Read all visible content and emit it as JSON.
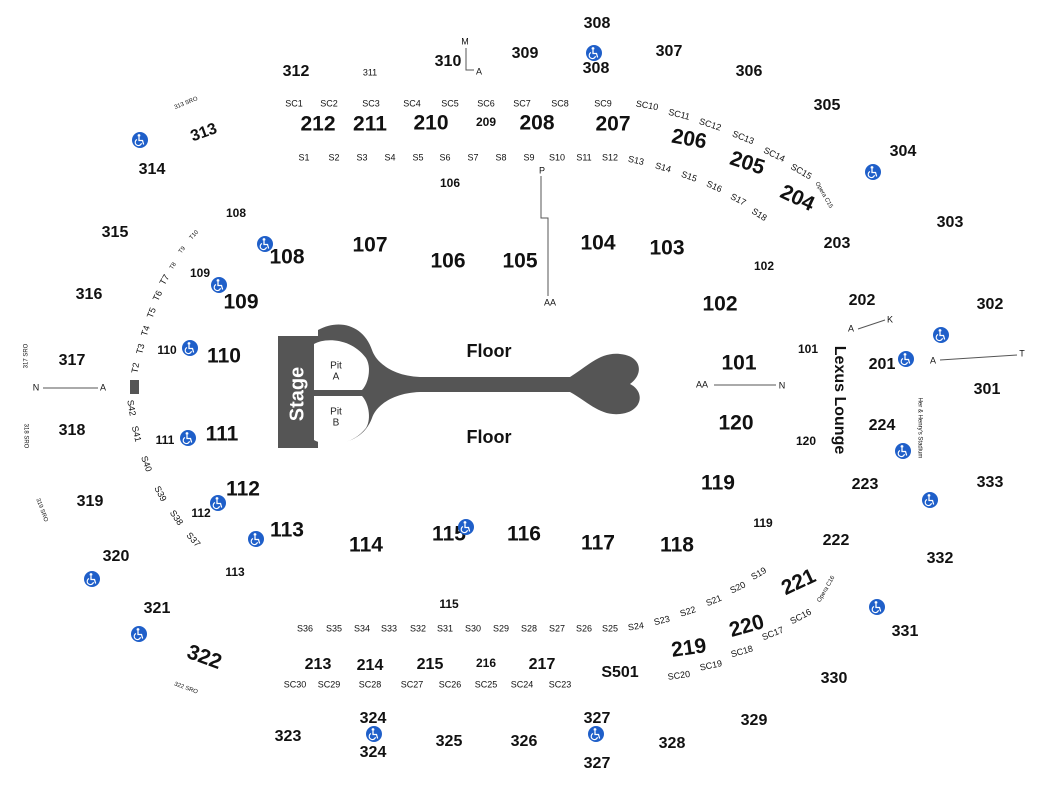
{
  "stage": {
    "label": "Stage",
    "color": "#555555"
  },
  "pits": [
    {
      "line1": "Pit",
      "line2": "A"
    },
    {
      "line1": "Pit",
      "line2": "B"
    }
  ],
  "floor_labels": [
    "Floor",
    "Floor"
  ],
  "lounge": {
    "label": "Lexus Lounge"
  },
  "accessible_icon": {
    "name": "wheelchair-icon",
    "color": "#1f5fc9"
  },
  "sections": [
    "308",
    "309",
    "307",
    "306",
    "305",
    "304",
    "303",
    "302",
    "301",
    "333",
    "332",
    "331",
    "330",
    "329",
    "328",
    "327",
    "327",
    "326",
    "325",
    "324",
    "324",
    "323",
    "322",
    "321",
    "320",
    "319",
    "318",
    "317",
    "316",
    "315",
    "314",
    "313",
    "312",
    "311",
    "310",
    "308",
    "212",
    "211",
    "210",
    "209",
    "208",
    "207",
    "206",
    "205",
    "204",
    "203",
    "202",
    "201",
    "224",
    "223",
    "222",
    "221",
    "220",
    "219",
    "217",
    "216",
    "215",
    "214",
    "213",
    "107",
    "106",
    "105",
    "104",
    "103",
    "102",
    "101",
    "120",
    "119",
    "118",
    "117",
    "116",
    "115",
    "114",
    "113",
    "112",
    "111",
    "110",
    "109",
    "108",
    "106",
    "108",
    "109",
    "110",
    "111",
    "112",
    "113",
    "115",
    "119",
    "120",
    "101",
    "102",
    "S501"
  ],
  "small_labels": [
    "SC1",
    "SC2",
    "SC3",
    "SC4",
    "SC5",
    "SC6",
    "SC7",
    "SC8",
    "SC9",
    "SC10",
    "SC11",
    "SC12",
    "SC13",
    "SC14",
    "SC15",
    "S1",
    "S2",
    "S3",
    "S4",
    "S5",
    "S6",
    "S7",
    "S8",
    "S9",
    "S10",
    "S11",
    "S12",
    "S13",
    "S14",
    "S15",
    "S16",
    "S17",
    "S18",
    "S36",
    "S35",
    "S34",
    "S33",
    "S32",
    "S31",
    "S30",
    "S29",
    "S28",
    "S27",
    "S26",
    "S25",
    "S24",
    "S23",
    "S22",
    "S21",
    "S20",
    "S19",
    "SC30",
    "SC29",
    "SC28",
    "SC27",
    "SC26",
    "SC25",
    "SC24",
    "SC23",
    "SC20",
    "SC19",
    "SC18",
    "SC17",
    "SC16",
    "T2",
    "T3",
    "T4",
    "T5",
    "T6",
    "T7",
    "T8",
    "T9",
    "T10",
    "S42",
    "S41",
    "S40",
    "S39",
    "S38",
    "S37"
  ],
  "row_markers": [
    "M",
    "A",
    "P",
    "AA",
    "AA",
    "N",
    "N",
    "A",
    "A",
    "K",
    "A",
    "T"
  ],
  "notes": [
    "313 SRO",
    "317 SRO",
    "318 SRO",
    "319 SRO",
    "322 SRO",
    "Opera C15",
    "Opera C16",
    "Her & Henry's Stadium"
  ]
}
